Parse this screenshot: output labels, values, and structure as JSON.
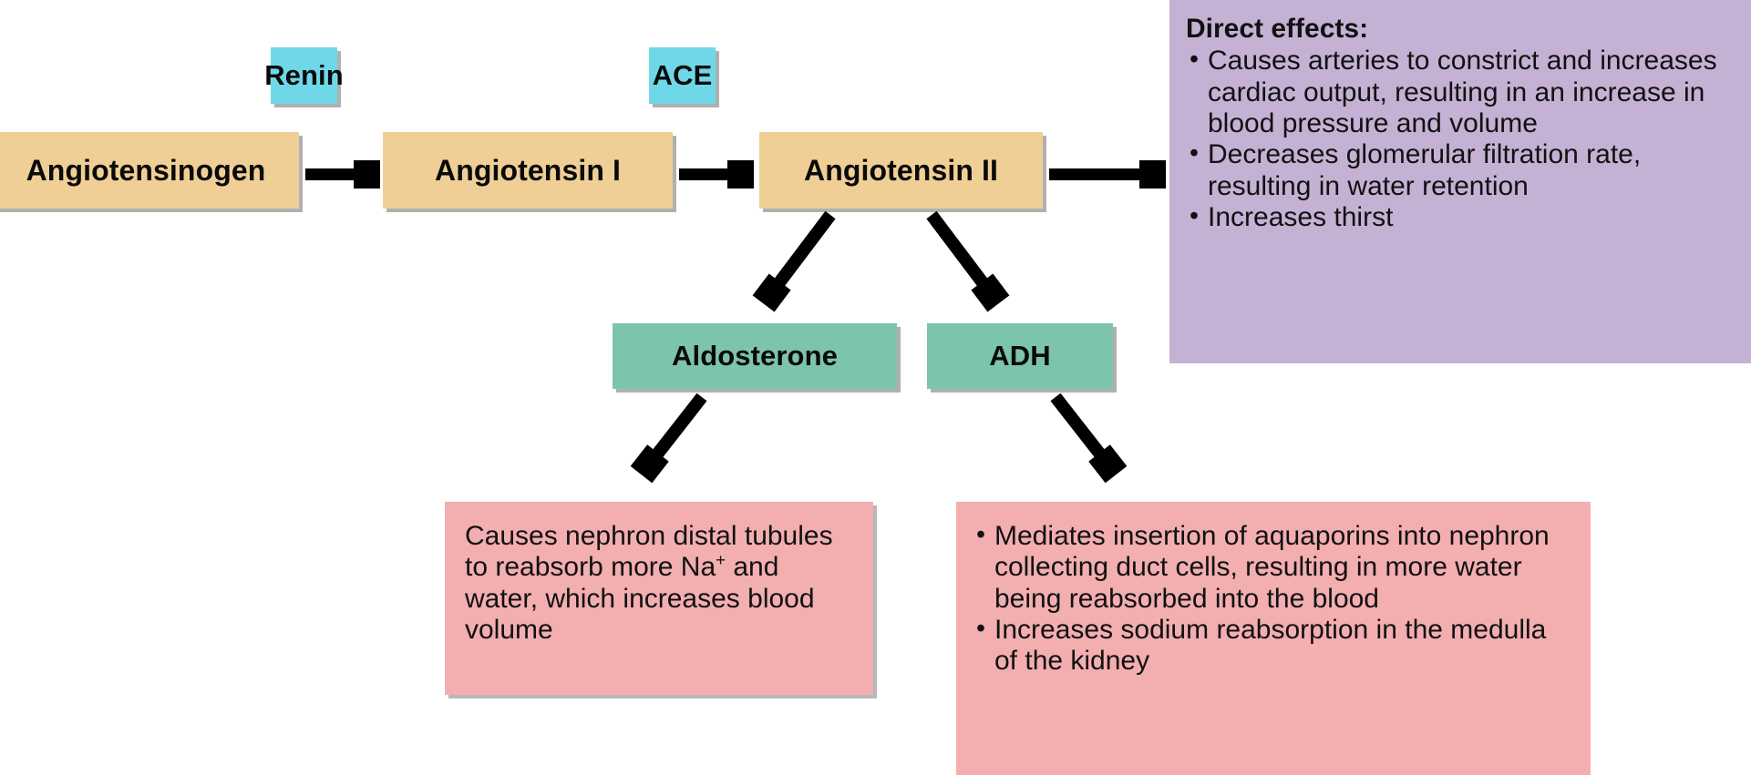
{
  "diagram": {
    "title": "Renin-Angiotensin-Aldosterone System pathway",
    "colors": {
      "enzyme": "#6fd8e8",
      "peptide": "#f0cf96",
      "hormone": "#7cc4aa",
      "direct_effects_panel": "#c5b1d4",
      "target_effect_panel": "#f3aeb0",
      "shadow": "#b0b0b0",
      "text": "#0a0a0a",
      "background": "#ffffff"
    }
  },
  "nodes": {
    "renin": {
      "label": "Renin",
      "kind": "enzyme"
    },
    "ace": {
      "label": "ACE",
      "kind": "enzyme"
    },
    "angiotensinogen": {
      "label": "Angiotensinogen",
      "kind": "peptide"
    },
    "angiotensin_1": {
      "label": "Angiotensin I",
      "kind": "peptide"
    },
    "angiotensin_2": {
      "label": "Angiotensin II",
      "kind": "peptide"
    },
    "aldosterone": {
      "label": "Aldosterone",
      "kind": "hormone"
    },
    "adh": {
      "label": "ADH",
      "kind": "hormone"
    }
  },
  "direct_effects": {
    "title": "Direct effects:",
    "bullets": [
      "Causes arteries to constrict and increases cardiac output, resulting in an increase in blood pressure and volume",
      "Decreases glomerular filtration rate, resulting in water retention",
      "Increases thirst"
    ]
  },
  "aldosterone_effects": {
    "text_part1": "Causes nephron distal tubules to reabsorb more Na",
    "text_sup": "+",
    "text_part2": " and water, which increases blood volume"
  },
  "adh_effects": {
    "bullets": [
      "Mediates insertion of aquaporins into nephron collecting duct cells, resulting in more water being reabsorbed into the blood",
      "Increases sodium reabsorption in the medulla of the kidney"
    ]
  }
}
